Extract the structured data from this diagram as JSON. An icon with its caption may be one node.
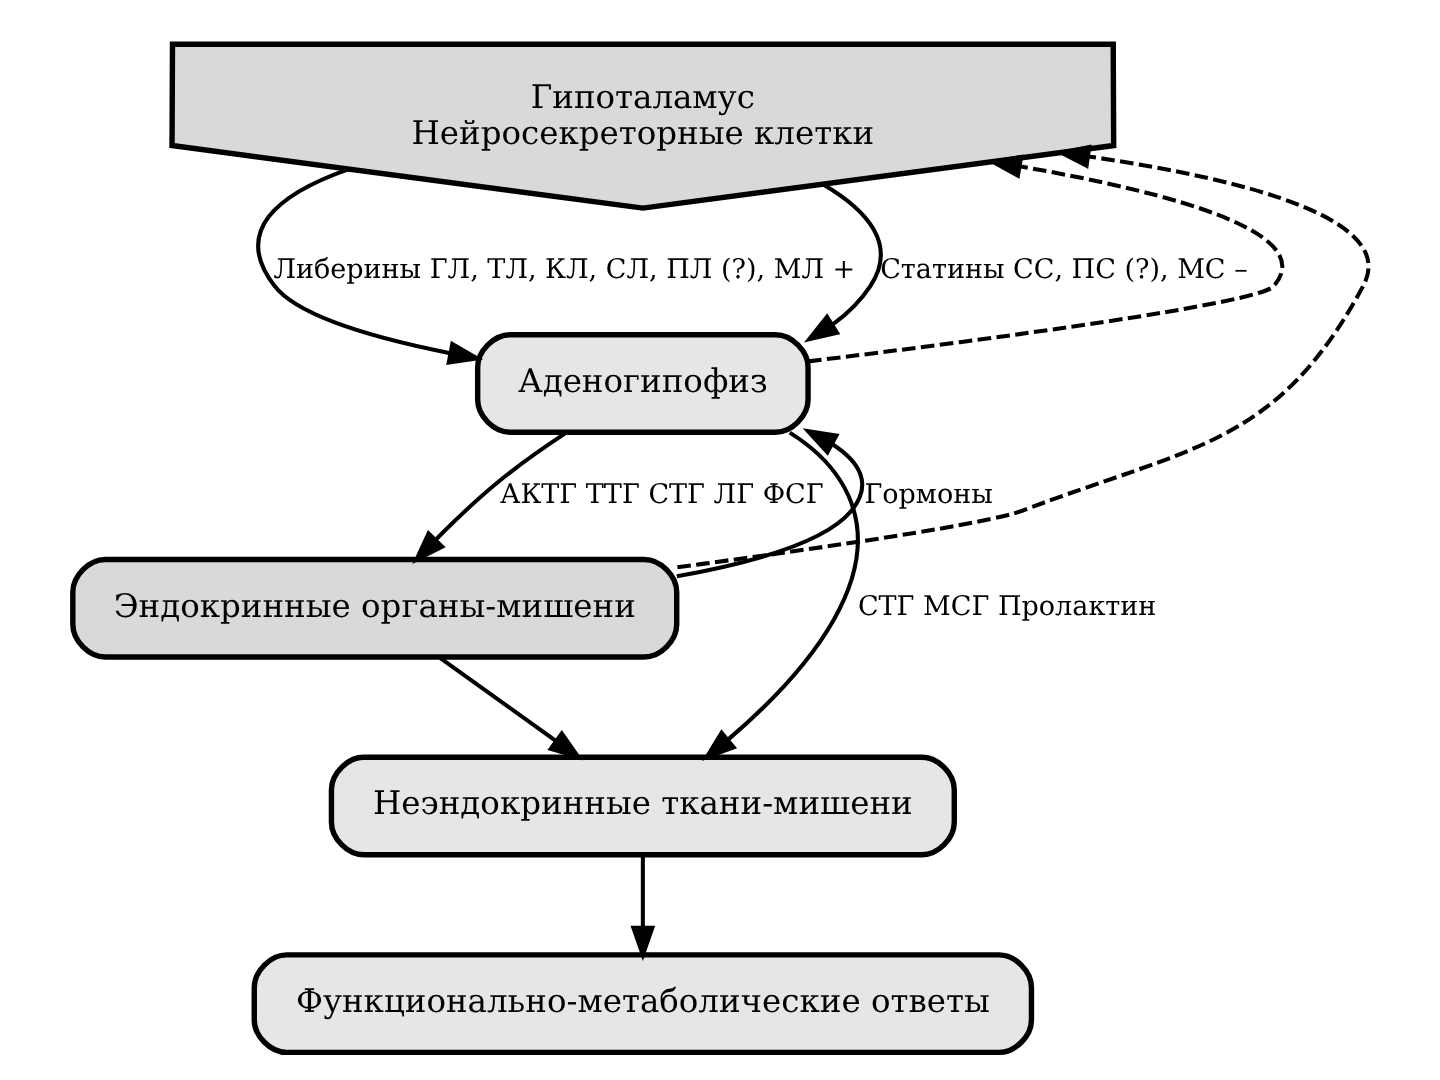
{
  "diagram": {
    "nodes": [
      {
        "text": [
          "Гипоталамус",
          "Нейросекреторные клетки"
        ]
      },
      {
        "text": [
          "Аденогипофиз"
        ]
      },
      {
        "text": [
          "Эндокринные органы-мишени"
        ]
      },
      {
        "text": [
          "Неэндокринные ткани-мишени"
        ]
      },
      {
        "text": [
          "Функционально-метаболические ответы"
        ]
      }
    ],
    "edges": [
      {
        "from": 0,
        "to": 1,
        "arrow": "to",
        "label": "Либерины ГЛ, ТЛ, КЛ, СЛ, ПЛ (?), МЛ +"
      },
      {
        "from": 0,
        "to": 1,
        "arrow": "to",
        "label": "Статины СС, ПС (?), МС –"
      },
      {
        "from": 1,
        "to": 3,
        "arrow": "to",
        "label": "СТГ МСГ Пролактин"
      },
      {
        "from": 1,
        "to": 2,
        "arrow": "to",
        "label": "АКТГ ТТГ СТГ ЛГ ФСГ"
      },
      {
        "from": 2,
        "to": 3,
        "arrow": "to"
      },
      {
        "from": 2,
        "to": 1,
        "arrow": "to",
        "label": "Гормоны"
      },
      {
        "from": 2,
        "to": 0,
        "arrow": "to",
        "style": "dashed"
      },
      {
        "from": 1,
        "to": 0,
        "arrow": "to",
        "style": "dashed"
      },
      {
        "from": 3,
        "to": 4,
        "arrow": "to"
      }
    ]
  }
}
